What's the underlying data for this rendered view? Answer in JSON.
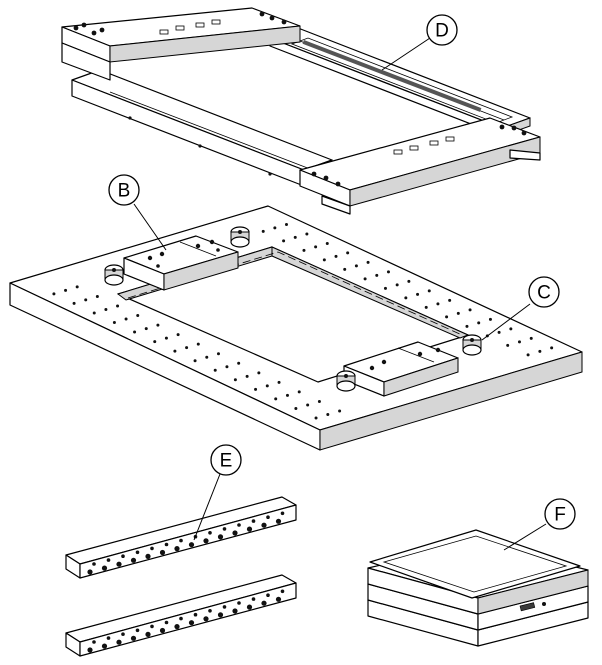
{
  "callouts": {
    "b": "B",
    "c": "C",
    "d": "D",
    "e": "E",
    "f": "F"
  },
  "colors": {
    "line": "#000000",
    "shade": "#d6d6d6",
    "dark": "#3a3a3a",
    "background": "#ffffff"
  }
}
